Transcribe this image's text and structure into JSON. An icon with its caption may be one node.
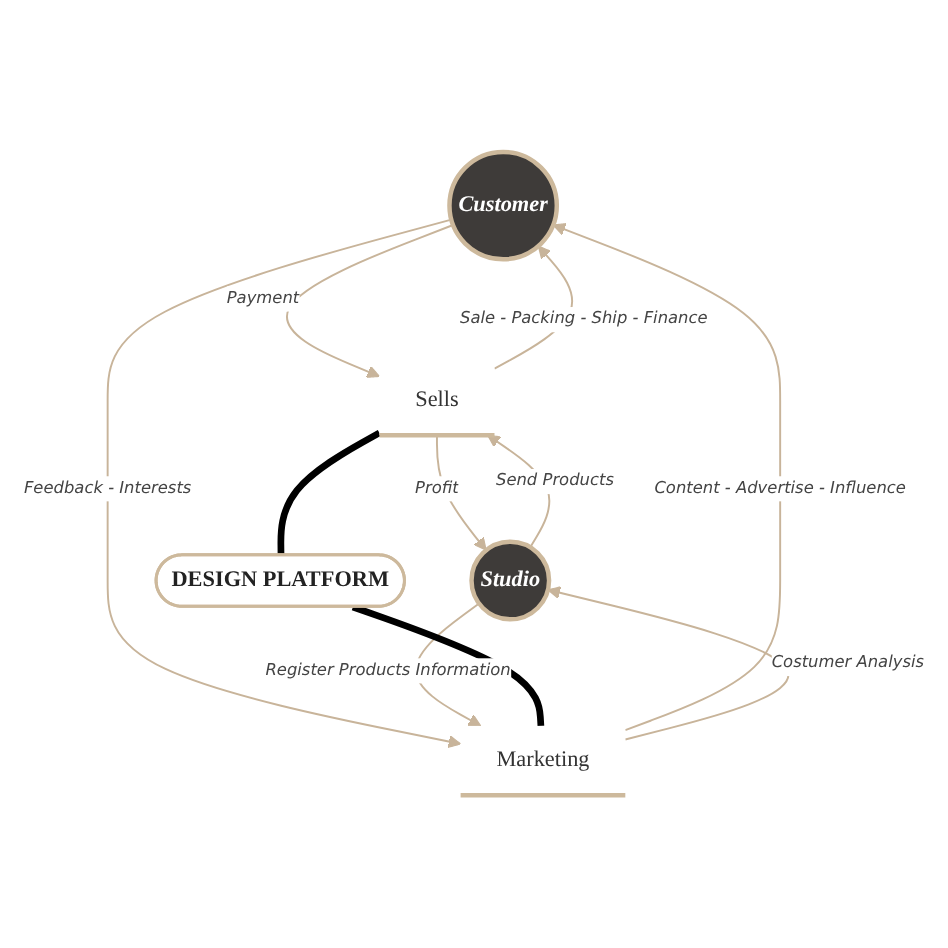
{
  "diagram": {
    "nodes": [
      {
        "text": [
          "Customer"
        ]
      },
      {
        "text": [
          "Sells"
        ]
      },
      {
        "text": [
          "DESIGN PLATFORM"
        ]
      },
      {
        "text": [
          "Marketing"
        ]
      },
      {
        "text": [
          "Studio"
        ]
      }
    ],
    "edges": [
      {
        "from": 0,
        "to": 1,
        "arrow": "to",
        "label": "Payment"
      },
      {
        "from": 1,
        "to": 0,
        "arrow": "to",
        "label": "Sale - Packing - Ship - Finance"
      },
      {
        "from": 0,
        "to": 3,
        "arrow": "to",
        "label": "Feedback - Interests"
      },
      {
        "from": 3,
        "to": 0,
        "arrow": "to",
        "label": "Content - Advertise - Influence"
      },
      {
        "from": 4,
        "to": 1,
        "arrow": "to",
        "label": "Send Products"
      },
      {
        "from": 1,
        "to": 4,
        "arrow": "to",
        "label": "Profit"
      },
      {
        "from": 4,
        "to": 3,
        "arrow": "to",
        "label": "Register Products Information"
      },
      {
        "from": 3,
        "to": 4,
        "arrow": "to",
        "label": "Costumer Analysis"
      },
      {
        "from": 1,
        "to": 2,
        "arrow": "none",
        "style": "thick",
        "color": "#000000"
      },
      {
        "from": 2,
        "to": 3,
        "arrow": "none",
        "style": "thick",
        "color": "#000000"
      }
    ]
  }
}
